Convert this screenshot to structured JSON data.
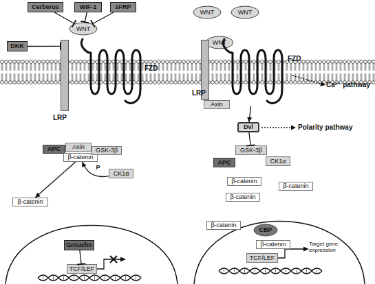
{
  "diagram": {
    "nodes": [
      {
        "text": [
          "Cerberus"
        ]
      },
      {
        "text": [
          "WIF-1"
        ]
      },
      {
        "text": [
          "sFRP"
        ]
      },
      {
        "text": [
          "WNT"
        ]
      },
      {
        "text": [
          "DKK"
        ]
      },
      {
        "text": [
          "LRP"
        ]
      },
      {
        "text": [
          "FZD"
        ]
      },
      {
        "text": [
          "APC"
        ]
      },
      {
        "text": [
          "Axin"
        ]
      },
      {
        "text": [
          "β-catenin"
        ]
      },
      {
        "text": [
          "GSK-3β"
        ]
      },
      {
        "text": [
          "CK1α"
        ]
      },
      {
        "text": [
          "β-catenin"
        ]
      },
      {
        "text": [
          "Groucho"
        ]
      },
      {
        "text": [
          "TCF/LEF"
        ]
      },
      {
        "text": [
          "WNT"
        ]
      },
      {
        "text": [
          "WNT"
        ]
      },
      {
        "text": [
          "WNT"
        ]
      },
      {
        "text": [
          "LRP"
        ]
      },
      {
        "text": [
          "FZD"
        ]
      },
      {
        "text": [
          "Axin"
        ]
      },
      {
        "text": [
          "Dvl"
        ]
      },
      {
        "text": [
          "GSK-3β"
        ]
      },
      {
        "text": [
          "APC"
        ]
      },
      {
        "text": [
          "CK1α"
        ]
      },
      {
        "text": [
          "β-catenin"
        ]
      },
      {
        "text": [
          "β-catenin"
        ]
      },
      {
        "text": [
          "β-catenin"
        ]
      },
      {
        "text": [
          "β-catenin"
        ]
      },
      {
        "text": [
          "CBP"
        ]
      },
      {
        "text": [
          "β-catenin"
        ]
      },
      {
        "text": [
          "TCF/LEF"
        ]
      }
    ],
    "edges": [
      {
        "from": 0,
        "to": 3,
        "arrow": "to"
      },
      {
        "from": 1,
        "to": 3,
        "arrow": "to"
      },
      {
        "from": 2,
        "to": 3,
        "arrow": "to"
      },
      {
        "from": 4,
        "to": 5,
        "arrow": "to"
      },
      {
        "from": 11,
        "to": 9,
        "arrow": "to",
        "label": "P"
      },
      {
        "from": 9,
        "to": 12,
        "arrow": "to"
      },
      {
        "from": 13,
        "to": 14,
        "arrow": "to"
      },
      {
        "from": 19,
        "to": 21,
        "arrow": "to"
      },
      {
        "from": 21,
        "to": 22,
        "arrow": "to"
      }
    ],
    "labels": [
      "Ca²⁺ pathway",
      "Polarity pathway",
      "Target gene expression"
    ]
  }
}
